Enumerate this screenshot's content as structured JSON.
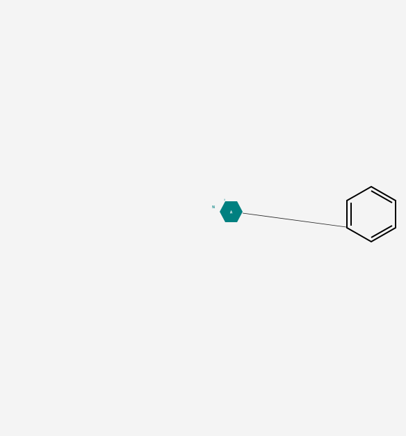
{
  "diagram": {
    "background_color": "#f4f4f4",
    "accent_color": "#008080",
    "ring_stroke_color": "#000000",
    "node_label": "A",
    "atom_n_label": "N",
    "atom_i_label": "I"
  }
}
